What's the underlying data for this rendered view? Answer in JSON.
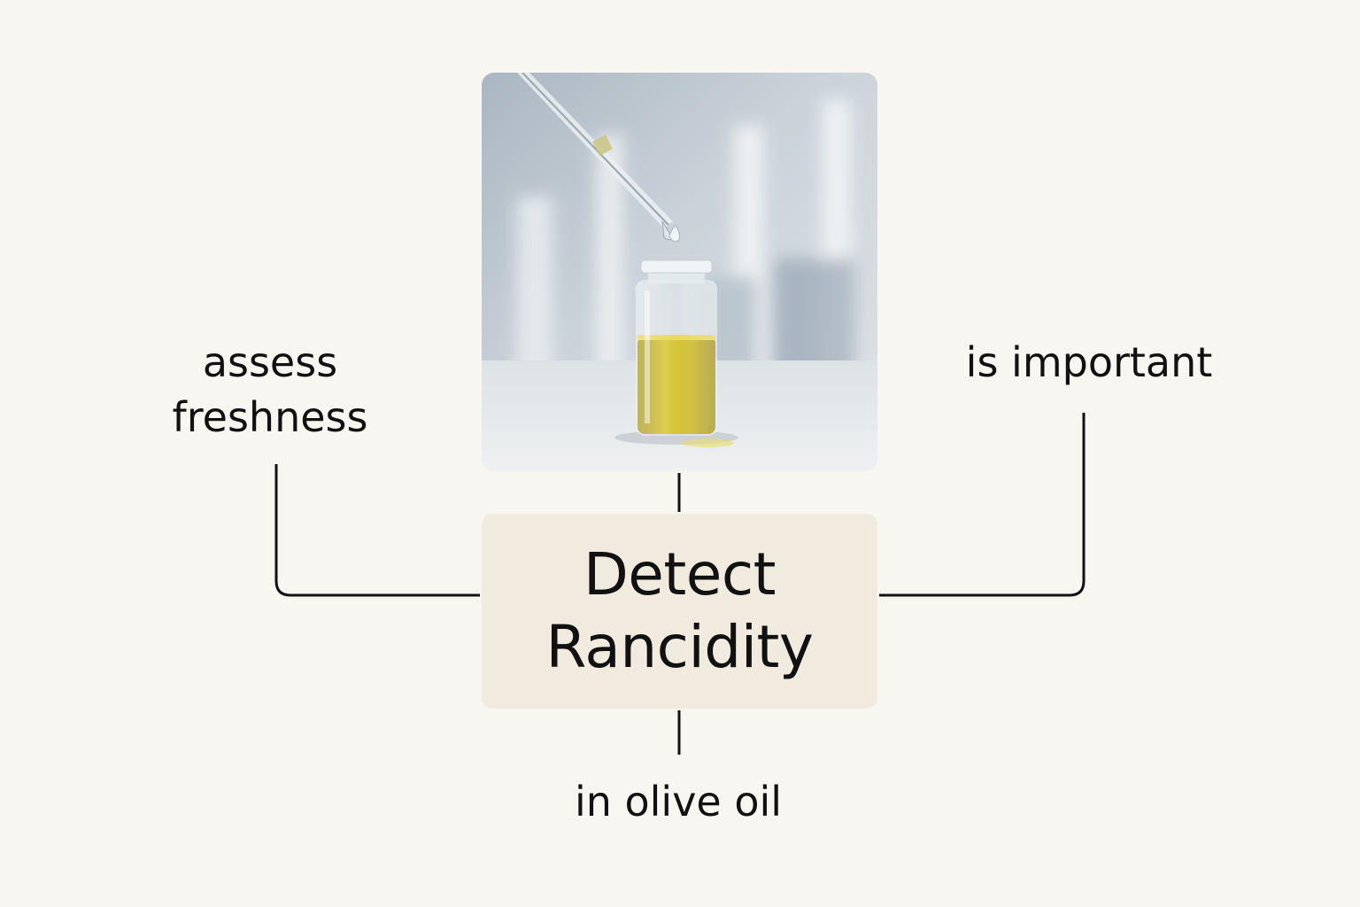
{
  "diagram": {
    "center": {
      "title": "Detect\nRancidity"
    },
    "labels": {
      "left": "assess\nfreshness",
      "right": "is important",
      "bottom": "in olive oil"
    },
    "photo": {
      "subject": "dropper-over-oil-vial-icon"
    },
    "colors": {
      "background": "#f8f6f1",
      "center_box": "#f1ebdf",
      "line": "#111111",
      "oil": "#c9b51c"
    }
  }
}
